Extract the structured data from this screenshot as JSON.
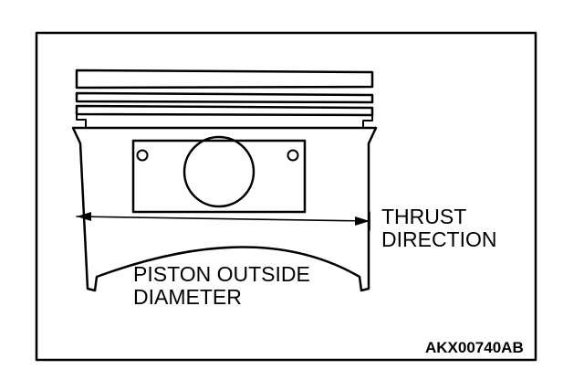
{
  "labels": {
    "thrust_line1": "THRUST",
    "thrust_line2": "DIRECTION",
    "diameter_line1": "PISTON OUTSIDE",
    "diameter_line2": "DIAMETER",
    "figure_code": "AKX00740AB"
  },
  "colors": {
    "ink": "#000000",
    "paper": "#ffffff"
  }
}
